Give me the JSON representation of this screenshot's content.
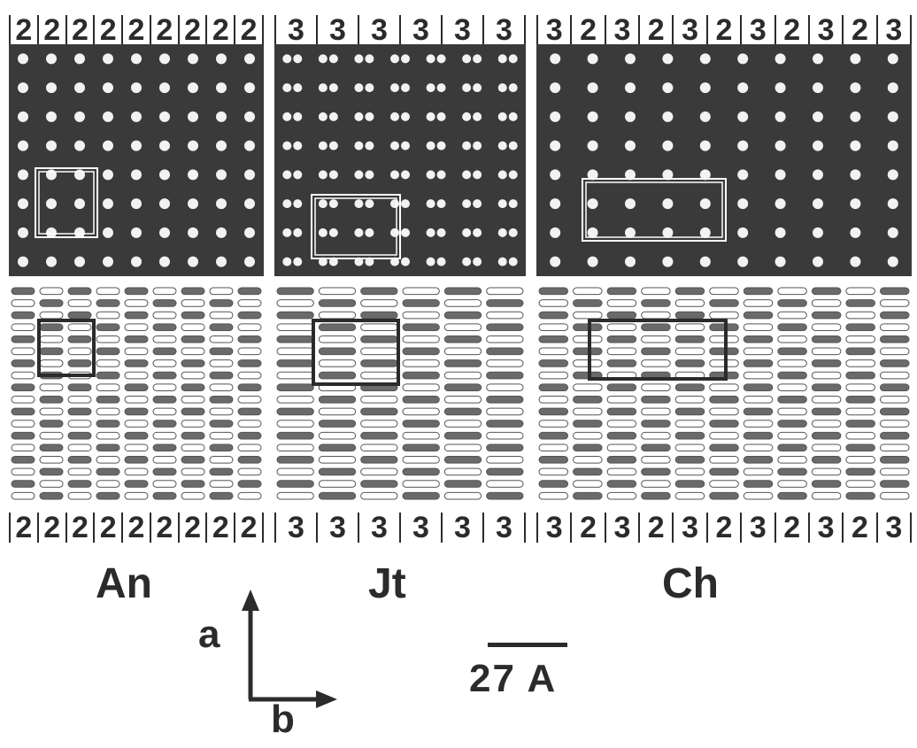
{
  "panels": [
    {
      "name": "An",
      "top_sequence": [
        "2",
        "2",
        "2",
        "2",
        "2",
        "2",
        "2",
        "2",
        "2"
      ],
      "bottom_sequence": [
        "2",
        "2",
        "2",
        "2",
        "2",
        "2",
        "2",
        "2",
        "2"
      ]
    },
    {
      "name": "Jt",
      "top_sequence": [
        "3",
        "3",
        "3",
        "3",
        "3",
        "3"
      ],
      "bottom_sequence": [
        "3",
        "3",
        "3",
        "3",
        "3",
        "3"
      ]
    },
    {
      "name": "Ch",
      "top_sequence": [
        "3",
        "2",
        "3",
        "2",
        "3",
        "2",
        "3",
        "2",
        "3",
        "2",
        "3"
      ],
      "bottom_sequence": [
        "3",
        "2",
        "3",
        "2",
        "3",
        "2",
        "3",
        "2",
        "3",
        "2",
        "3"
      ]
    }
  ],
  "axes": {
    "a": "a",
    "b": "b"
  },
  "scale_bar": {
    "label": "27 A"
  },
  "colors": {
    "ink": "#2b2b2b",
    "dark_field": "#3a3a3a",
    "spot": "#f2f2f2",
    "chain_fill": "#6a6a6a"
  }
}
